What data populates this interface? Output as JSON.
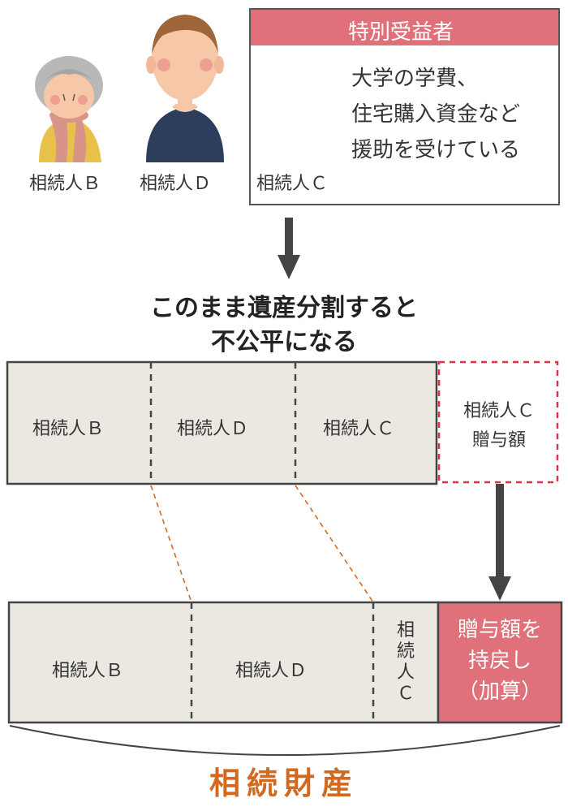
{
  "heirs": {
    "b_label": "相続人Ｂ",
    "d_label": "相続人Ｄ",
    "c_label": "相続人Ｃ"
  },
  "special_beneficiary": {
    "title": "特別受益者",
    "lines": [
      "大学の学費、",
      "住宅購入資金など",
      "援助を受けている"
    ]
  },
  "heading": {
    "line1": "このまま遺産分割すると",
    "line2": "不公平になる"
  },
  "top_bar": {
    "b": "相続人Ｂ",
    "d": "相続人Ｄ",
    "c": "相続人Ｃ",
    "gift_line1": "相続人Ｃ",
    "gift_line2": "贈与額"
  },
  "bottom_bar": {
    "b": "相続人Ｂ",
    "d": "相続人Ｄ",
    "c_vertical": [
      "相",
      "続",
      "人",
      "Ｃ"
    ],
    "add_lines": [
      "贈与額を",
      "持戻し",
      "（加算）"
    ]
  },
  "estate_label": "相続財産",
  "colors": {
    "accent_pink": "#e0707a",
    "dashed_red": "#e0304a",
    "brown_dashed": "#d2691e",
    "bar_fill": "#ebe8e1",
    "estate_text": "#d2691e"
  },
  "icons": [
    "grandmother-icon",
    "man-navy-sweater-icon",
    "man-blue-shirt-icon",
    "arrow-down-icon"
  ]
}
